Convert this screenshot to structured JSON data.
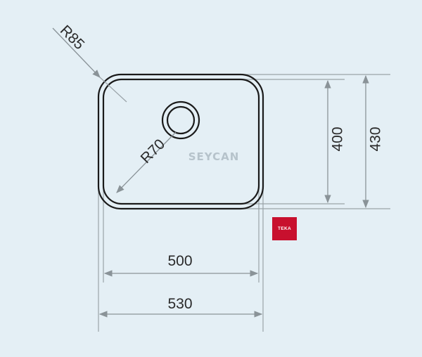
{
  "diagram": {
    "outer_radius_label": "R85",
    "drain_radius_label": "R70",
    "inner_height_label": "400",
    "outer_height_label": "430",
    "inner_width_label": "500",
    "outer_width_label": "530"
  },
  "watermark": {
    "text": "SEYCAN"
  },
  "brand": {
    "logo_text": "TEKA"
  },
  "colors": {
    "background": "#e4eff5",
    "sink_outline": "#1a1a1a",
    "dimension_line": "#9aa3a8",
    "arrow": "#8a9398",
    "brand_red": "#c8102e"
  }
}
